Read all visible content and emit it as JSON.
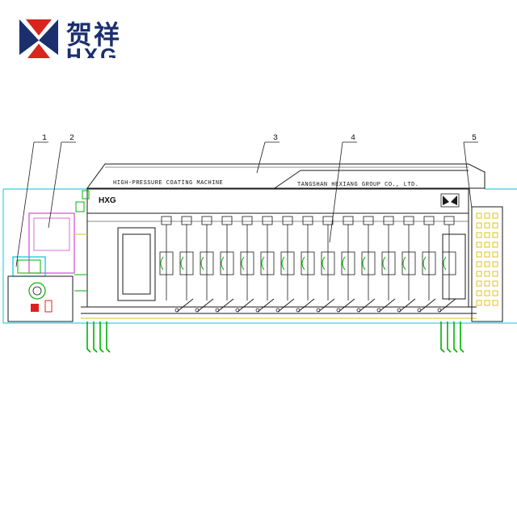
{
  "logo": {
    "chinese_name": "贺祥",
    "latin_name": "HXG",
    "colors": {
      "red": "#d7261e",
      "navy": "#1b2f6e"
    }
  },
  "drawing": {
    "title_left": "HIGH-PRESSURE COATING MACHINE",
    "title_right": "TANGSHAN HEXIANG GROUP CO., LTD.",
    "brand_mark": "HXG",
    "callouts": [
      {
        "number": "1"
      },
      {
        "number": "2"
      },
      {
        "number": "3"
      },
      {
        "number": "4"
      },
      {
        "number": "5"
      }
    ],
    "colors": {
      "line": "#1a1a1a",
      "hydraulic": "#00b400",
      "pump_frame": "#d14bd1",
      "frame": "#00c8d8",
      "accent": "#e0c020",
      "valve": "#e02020"
    }
  }
}
